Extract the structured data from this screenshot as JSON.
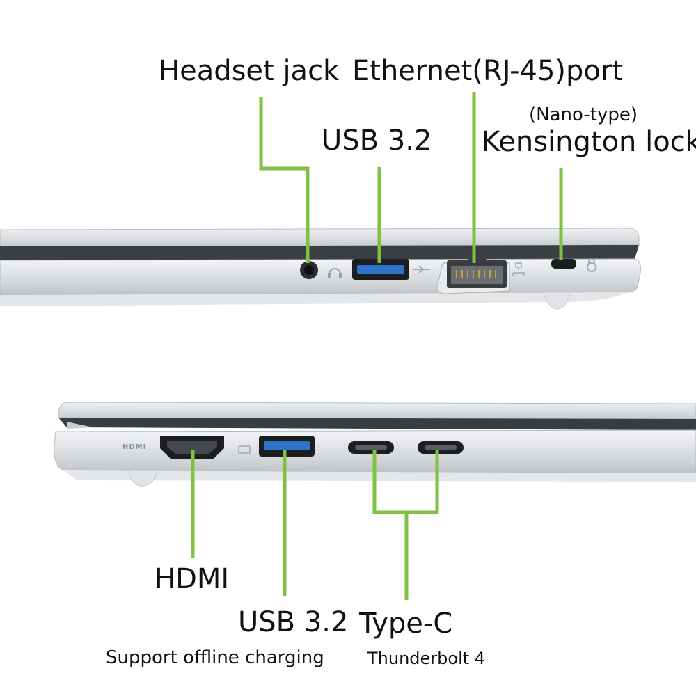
{
  "top_view": {
    "labels": {
      "headset_jack": "Headset jack",
      "ethernet_port": "Ethernet(RJ-45)port",
      "usb": "USB 3.2",
      "kensington_note": "(Nano-type)",
      "kensington_lock": "Kensington lock"
    }
  },
  "bottom_view": {
    "labels": {
      "hdmi": "HDMI",
      "usb": "USB 3.2",
      "usb_note": "Support offline charging",
      "typec": "Type-C",
      "typec_note": "Thunderbolt 4"
    },
    "port_markings": {
      "hdmi_logo": "HDMI"
    }
  },
  "colors": {
    "callout_line": "#7fc241",
    "usb_blue": "#2e73c9",
    "chassis": "#d9dcdf",
    "chassis_dark": "#3a3d40",
    "label_text": "#111111"
  },
  "icons": [
    "headphone-icon",
    "usb-icon",
    "network-icon",
    "lock-icon",
    "hdmi-icon",
    "battery-usb-icon"
  ]
}
